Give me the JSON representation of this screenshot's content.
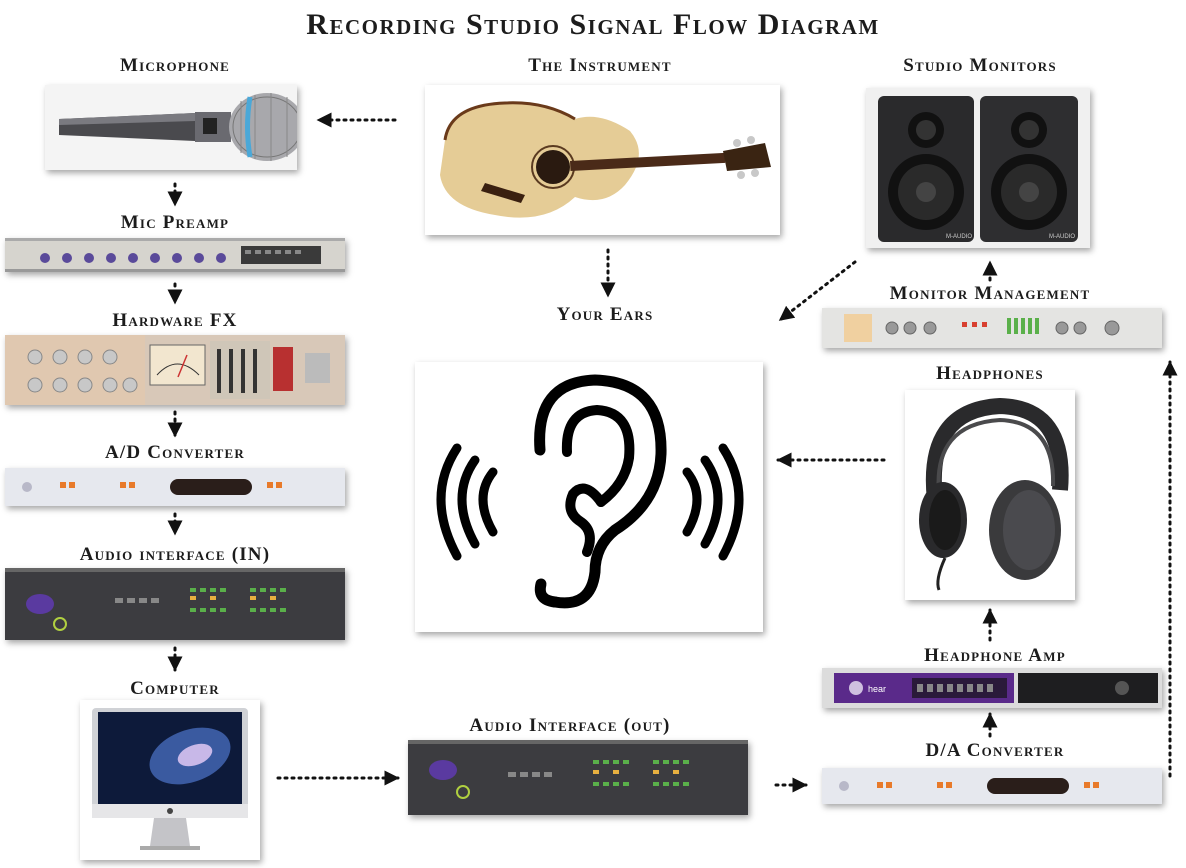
{
  "title": "Recording Studio Signal Flow Diagram",
  "labels": {
    "microphone": "Microphone",
    "instrument": "The Instrument",
    "studio_monitors": "Studio Monitors",
    "mic_preamp": "Mic Preamp",
    "your_ears": "Your Ears",
    "monitor_management": "Monitor Management",
    "hardware_fx": "Hardware FX",
    "headphones": "Headphones",
    "ad_converter": "A/D Converter",
    "audio_interface_in": "Audio interface (IN)",
    "headphone_amp": "Headphone Amp",
    "computer": "Computer",
    "audio_interface_out": "Audio Interface (out)",
    "da_converter": "D/A Converter"
  },
  "device_text": {
    "monitor_brand_left": "M-AUDIO",
    "monitor_brand_right": "M-AUDIO",
    "headphone_amp_brand": "hear"
  },
  "colors": {
    "rack_silver": "#dcdcd8",
    "rack_dark": "#3a3a3c",
    "interface_blue": "#5a3aa0",
    "orange_led": "#e87a2a",
    "green_led": "#5ab04a",
    "headphone_amp_purple": "#5a2a8a",
    "arrow": "#111111"
  }
}
